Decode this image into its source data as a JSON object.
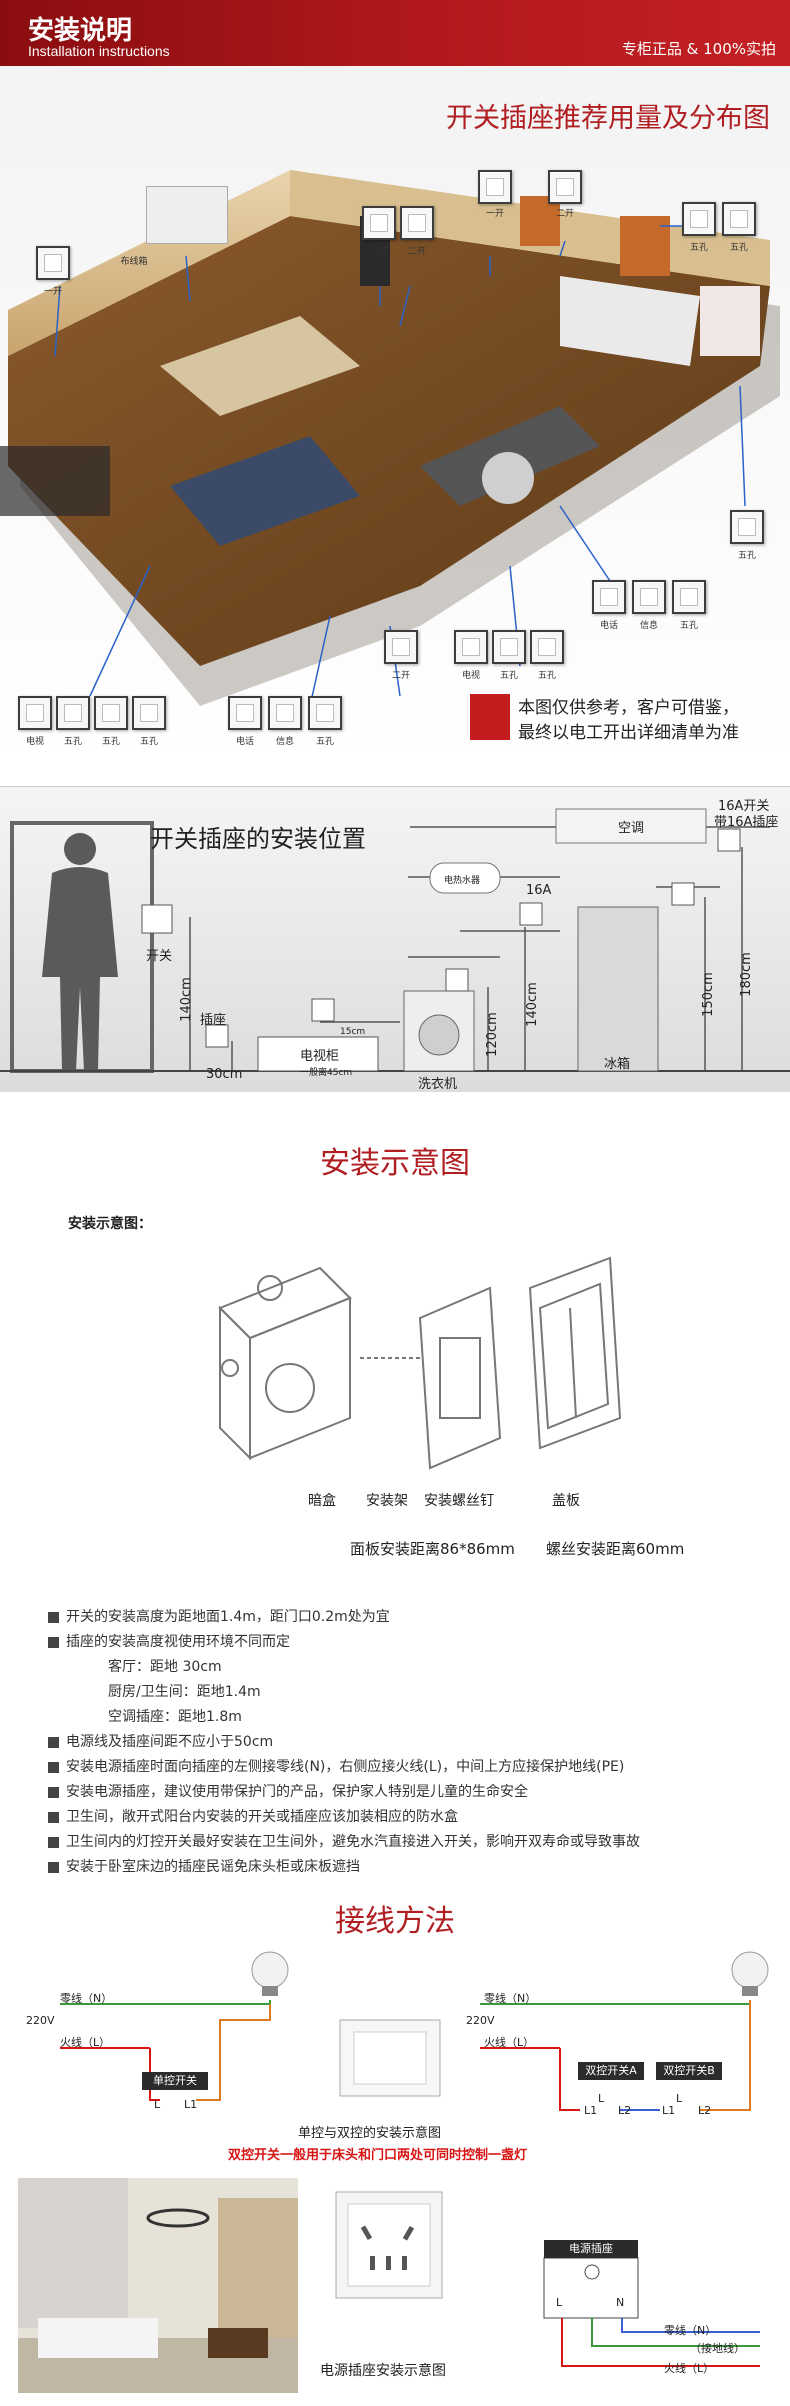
{
  "header": {
    "title": "安装说明",
    "subtitle": "Installation instructions",
    "slogan": "专柜正品  & 100%实拍"
  },
  "distribution": {
    "title": "开关插座推荐用量及分布图",
    "labels": {
      "distbox": "布线箱",
      "one_gang_left": "一开",
      "one_gang_top": "一开",
      "one_gang_a": "一开",
      "two_gang_a": "二开",
      "two_gang_top": "二开",
      "two_gang_mid": "二开",
      "five_a": "五孔",
      "five_b": "五孔",
      "five_right": "五孔",
      "phone_r": "电话",
      "info_r": "信息",
      "five_r": "五孔",
      "tv_m": "电视",
      "five_m1": "五孔",
      "five_m2": "五孔",
      "tv_l": "电视",
      "five_l1": "五孔",
      "five_l2": "五孔",
      "five_l3": "五孔",
      "phone_c": "电话",
      "info_c": "信息",
      "five_c": "五孔"
    },
    "note_line1": "本图仅供参考，客户可借鉴，",
    "note_line2": "最终以电工开出详细清单为准"
  },
  "positions": {
    "title": "开关插座的安装位置",
    "switch": "开关",
    "socket": "插座",
    "h140": "140cm",
    "h30": "30cm",
    "tv_cabinet": "电视柜",
    "tv_cabinet_note": "一般离45cm",
    "d15": "15cm",
    "washer": "洗衣机",
    "h120": "120cm",
    "water_heater": "电热水器",
    "a16": "16A",
    "h140b": "140cm",
    "fridge": "冰箱",
    "h150": "150cm",
    "ac": "空调",
    "ac_switch_1": "16A开关",
    "ac_switch_2": "带16A插座",
    "h180": "180cm"
  },
  "install": {
    "title": "安装示意图",
    "subtitle": "安装示意图：",
    "box": "暗盒",
    "frame": "安装架",
    "screw": "安装螺丝钉",
    "cover": "盖板",
    "dim1": "面板安装距离86*86mm",
    "dim2": "螺丝安装距离60mm"
  },
  "notes": [
    {
      "text": "开关的安装高度为距地面1.4m，距门口0.2m处为宜",
      "bullet": true
    },
    {
      "text": "插座的安装高度视使用环境不同而定",
      "bullet": true
    },
    {
      "text": "客厅：距地 30cm",
      "bullet": false
    },
    {
      "text": "厨房/卫生间：距地1.4m",
      "bullet": false
    },
    {
      "text": "空调插座：距地1.8m",
      "bullet": false
    },
    {
      "text": "电源线及插座间距不应小于50cm",
      "bullet": true
    },
    {
      "text": "安装电源插座时面向插座的左侧接零线(N)，右侧应接火线(L)，中间上方应接保护地线(PE)",
      "bullet": true
    },
    {
      "text": "安装电源插座，建议使用带保护门的产品，保护家人特别是儿童的生命安全",
      "bullet": true
    },
    {
      "text": "卫生间，敞开式阳台内安装的开关或插座应该加装相应的防水盒",
      "bullet": true
    },
    {
      "text": "卫生间内的灯控开关最好安装在卫生间外，避免水汽直接进入开关，影响开双寿命或导致事故",
      "bullet": true
    },
    {
      "text": "安装于卧室床边的插座民谣免床头柜或床板遮挡",
      "bullet": true
    }
  ],
  "wiring": {
    "title": "接线方法",
    "neutral_a": "零线（N）",
    "live_a": "火线（L）",
    "v220_a": "220V",
    "single": "单控开关",
    "L_a": "L",
    "L1_a": "L1",
    "neutral_b": "零线（N）",
    "live_b": "火线（L）",
    "v220_b": "220V",
    "double_a": "双控开关A",
    "double_b": "双控开关B",
    "L1_b": "L1",
    "L2_b": "L2",
    "L_b": "L",
    "L1_c": "L1",
    "L_c": "L",
    "L2_c": "L2",
    "caption": "单控与双控的安装示意图",
    "caption_red": "双控开关一般用于床头和门口两处可同时控制一盏灯",
    "socket_caption": "电源插座安装示意图",
    "socket_box": "电源插座",
    "sL": "L",
    "sN": "N",
    "n_line": "零线（N）",
    "pe_line": "（接地线）",
    "l_line": "火线（L）"
  }
}
